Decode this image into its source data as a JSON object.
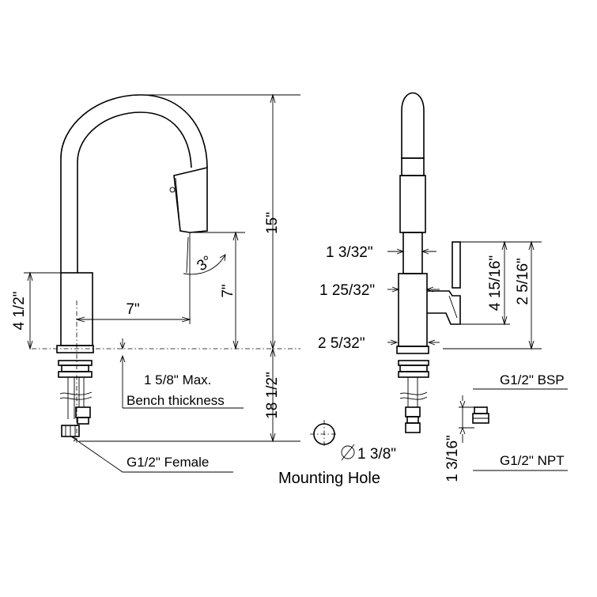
{
  "front_view": {
    "dim_total_height": "15\"",
    "dim_base_height": "4 1/2\"",
    "dim_spout_reach": "7\"",
    "dim_spout_height": "7\"",
    "dim_angle": "3°",
    "dim_below_counter": "18 1/2\"",
    "note_bench_line1": "1 5/8\" Max.",
    "note_bench_line2": "Bench thickness",
    "note_connection": "G1/2\" Female"
  },
  "side_view": {
    "dim_neck": "1 3/32\"",
    "dim_body": "1 25/32\"",
    "dim_base": "2 5/32\"",
    "dim_handle": "4 15/16\"",
    "dim_handle_total": "2 5/16\""
  },
  "mounting": {
    "diameter": "1 3/8\"",
    "title": "Mounting Hole"
  },
  "fittings": {
    "bsp_label": "G1/2\" BSP",
    "npt_label": "G1/2\" NPT",
    "length": "1 3/16\""
  }
}
